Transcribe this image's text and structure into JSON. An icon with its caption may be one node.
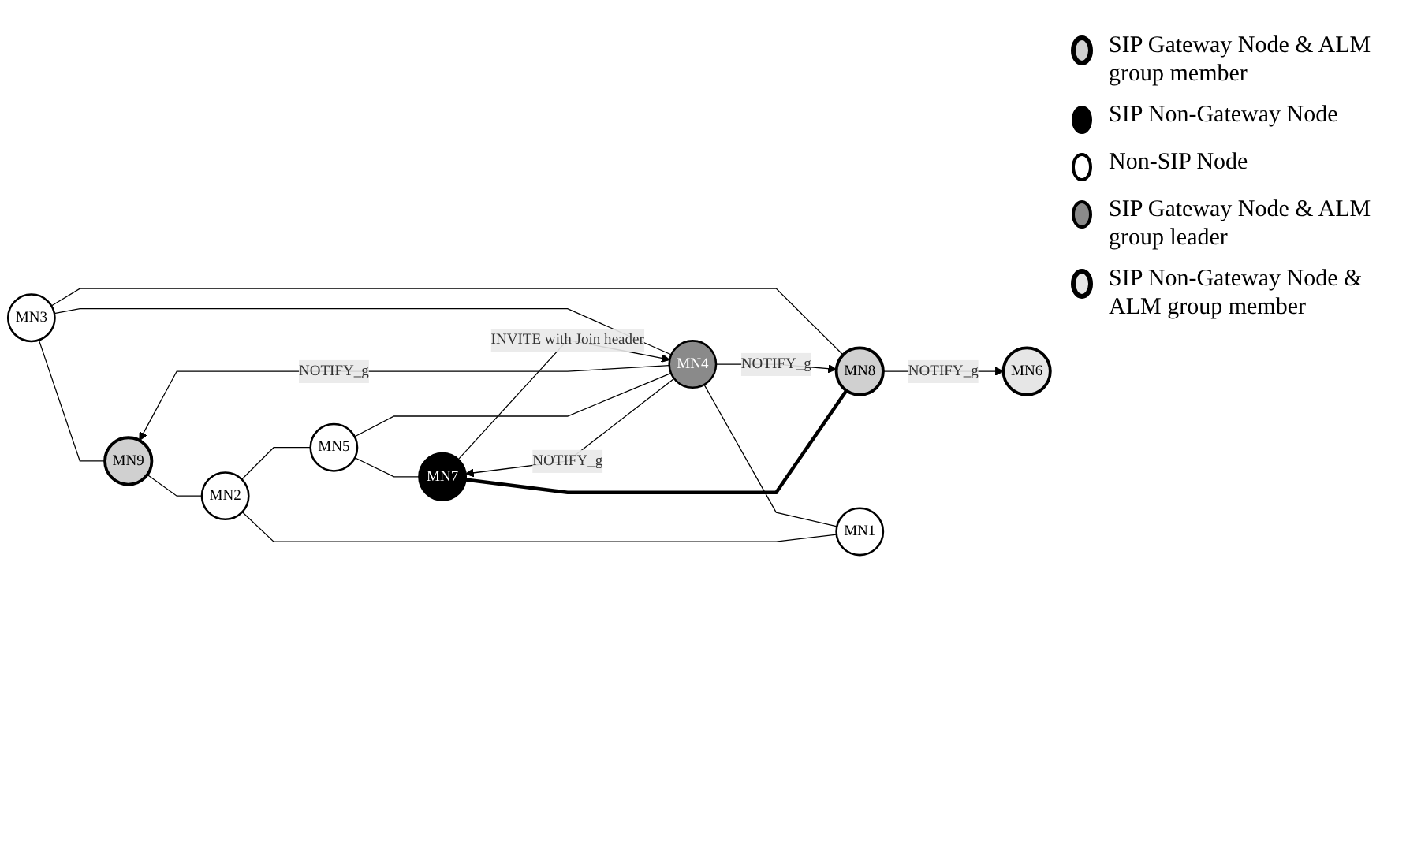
{
  "diagram": {
    "nodes": [
      {
        "text": [
          "MN3"
        ]
      },
      {
        "text": [
          "MN9"
        ]
      },
      {
        "text": [
          "MN8"
        ]
      },
      {
        "text": [
          "MN4"
        ]
      },
      {
        "text": [
          "MN1"
        ]
      },
      {
        "text": [
          "MN6"
        ]
      },
      {
        "text": [
          "MN2"
        ]
      },
      {
        "text": [
          "MN5"
        ]
      },
      {
        "text": [
          "MN7"
        ]
      }
    ],
    "edges": [
      {
        "from": 0,
        "to": 1,
        "arrow": "none"
      },
      {
        "from": 0,
        "to": 2,
        "arrow": "none"
      },
      {
        "from": 0,
        "to": 3,
        "arrow": "none"
      },
      {
        "from": 3,
        "to": 1,
        "arrow": "to",
        "label": "NOTIFY_g"
      },
      {
        "from": 3,
        "to": 2,
        "arrow": "to",
        "label": "NOTIFY_g"
      },
      {
        "from": 2,
        "to": 5,
        "arrow": "to",
        "label": "NOTIFY_g"
      },
      {
        "from": 1,
        "to": 6,
        "arrow": "none"
      },
      {
        "from": 3,
        "to": 4,
        "arrow": "none"
      },
      {
        "from": 4,
        "to": 6,
        "arrow": "none"
      },
      {
        "from": 6,
        "to": 7,
        "arrow": "none"
      },
      {
        "from": 3,
        "to": 7,
        "arrow": "none"
      },
      {
        "from": 7,
        "to": 8,
        "arrow": "none"
      },
      {
        "from": 8,
        "to": 2,
        "arrow": "none",
        "style": "thick"
      },
      {
        "from": 8,
        "to": 3,
        "arrow": "to",
        "label": "INVITE with Join header"
      },
      {
        "from": 3,
        "to": 8,
        "arrow": "to",
        "label": "NOTIFY_g"
      }
    ],
    "legend": [
      {
        "text": "SIP Gateway Node & ALM group member"
      },
      {
        "text": "SIP Non-Gateway Node"
      },
      {
        "text": "Non-SIP Node"
      },
      {
        "text": "SIP Gateway Node & ALM group leader"
      },
      {
        "text": "SIP Non-Gateway Node & ALM group member"
      }
    ]
  }
}
